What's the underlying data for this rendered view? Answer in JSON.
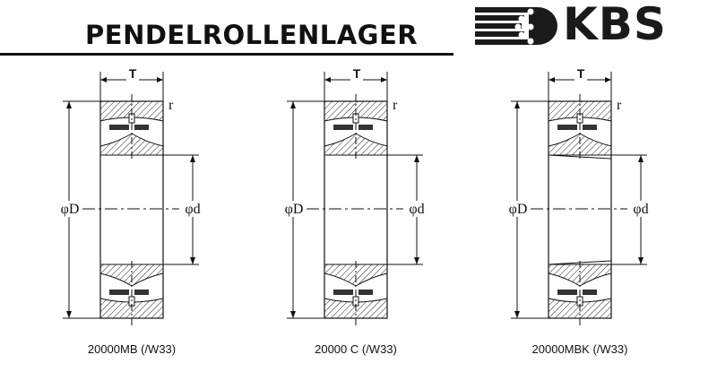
{
  "header": {
    "title": "PENDELROLLENLAGER"
  },
  "logo": {
    "text": "KBS"
  },
  "bearings": [
    {
      "caption": "20000MB (/W33)",
      "width_label": "T",
      "radius_label": "r",
      "outer_label": "φD",
      "bore_label": "φd",
      "variant": "mb"
    },
    {
      "caption": "20000 C (/W33)",
      "width_label": "T",
      "radius_label": "r",
      "outer_label": "φD",
      "bore_label": "φd",
      "variant": "c"
    },
    {
      "caption": "20000MBK (/W33)",
      "width_label": "T",
      "radius_label": "r",
      "outer_label": "φD",
      "bore_label": "φd",
      "variant": "mbk"
    }
  ]
}
